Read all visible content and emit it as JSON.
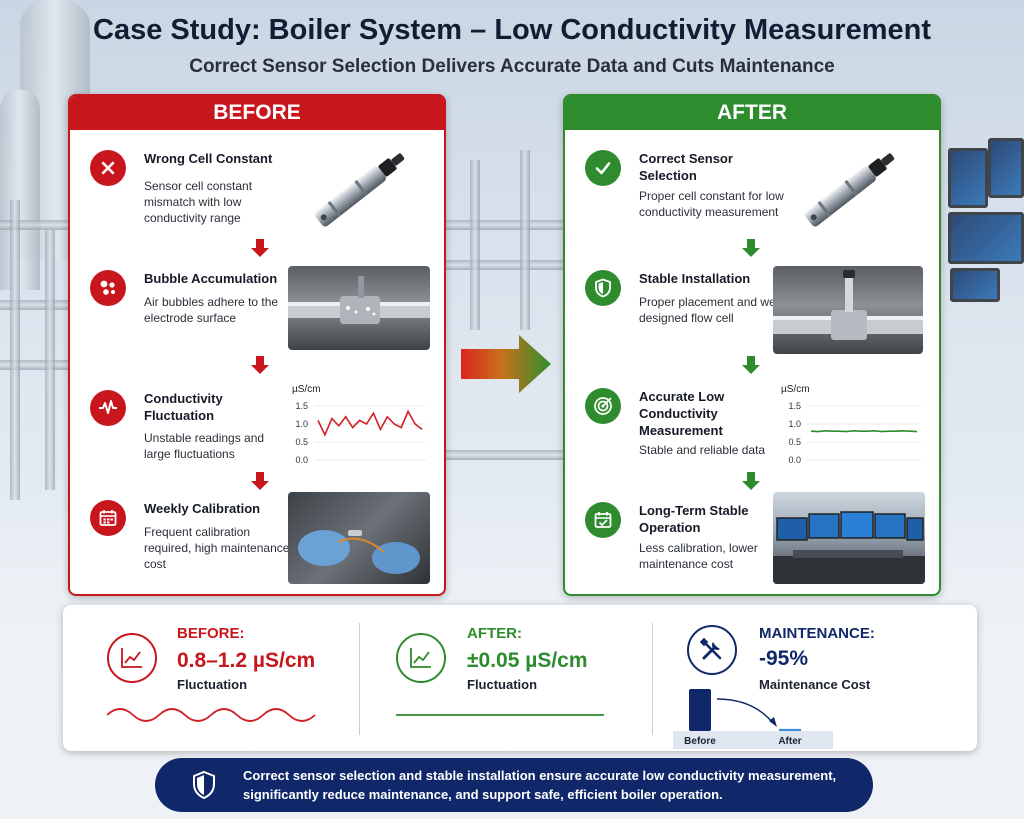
{
  "header": {
    "title": "Case Study: Boiler System – Low Conductivity Measurement",
    "subtitle": "Correct Sensor Selection Delivers Accurate Data and Cuts Maintenance"
  },
  "before": {
    "heading": "BEFORE",
    "steps": [
      {
        "title": "Wrong Cell Constant",
        "desc": "Sensor cell constant mismatch with low conductivity range",
        "icon": "x-icon"
      },
      {
        "title": "Bubble Accumulation",
        "desc": "Air bubbles adhere to the electrode surface",
        "icon": "bubbles-icon"
      },
      {
        "title": "Conductivity Fluctuation",
        "desc": "Unstable readings and large fluctuations",
        "icon": "pulse-icon"
      },
      {
        "title": "Weekly Calibration",
        "desc": "Frequent calibration required, high maintenance cost",
        "icon": "calendar-icon"
      }
    ],
    "chart_unit": "µS/cm",
    "chart_ticks": [
      "1.5",
      "1.0",
      "0.5",
      "0.0"
    ]
  },
  "after": {
    "heading": "AFTER",
    "steps": [
      {
        "title": "Correct Sensor Selection",
        "desc": "Proper cell constant for low conductivity measurement",
        "icon": "check-icon"
      },
      {
        "title": "Stable Installation",
        "desc": "Proper placement and well-designed flow cell",
        "icon": "shield-icon"
      },
      {
        "title": "Accurate Low Conductivity Measurement",
        "desc": "Stable and reliable data",
        "icon": "target-icon"
      },
      {
        "title": "Long-Term Stable Operation",
        "desc": "Less calibration, lower maintenance cost",
        "icon": "calendar-check-icon"
      }
    ],
    "chart_unit": "µS/cm",
    "chart_ticks": [
      "1.5",
      "1.0",
      "0.5",
      "0.0"
    ]
  },
  "chart_data": [
    {
      "type": "line",
      "ylabel": "µS/cm",
      "ylim": [
        0.0,
        1.5
      ],
      "yticks": [
        0.0,
        0.5,
        1.0,
        1.5
      ],
      "series": [
        {
          "values": [
            1.1,
            0.7,
            1.15,
            0.95,
            1.2,
            0.9,
            1.1,
            1.0,
            1.3,
            0.85,
            1.2,
            1.0,
            0.9,
            1.35,
            1.0,
            0.85
          ]
        }
      ],
      "color": "#d21f26"
    },
    {
      "type": "line",
      "ylabel": "µS/cm",
      "ylim": [
        0.0,
        1.5
      ],
      "yticks": [
        0.0,
        0.5,
        1.0,
        1.5
      ],
      "series": [
        {
          "values": [
            0.8,
            0.79,
            0.81,
            0.8,
            0.8,
            0.79,
            0.81,
            0.8,
            0.8,
            0.81,
            0.79,
            0.8,
            0.8,
            0.81,
            0.8,
            0.79
          ]
        }
      ],
      "color": "#2e8b2e"
    }
  ],
  "results": {
    "before": {
      "label": "BEFORE:",
      "value": "0.8–1.2 µS/cm",
      "sub": "Fluctuation",
      "color": "#c8161d"
    },
    "after": {
      "label": "AFTER:",
      "value": "±0.05 µS/cm",
      "sub": "Fluctuation",
      "color": "#2e8b2e"
    },
    "maintenance": {
      "label": "MAINTENANCE:",
      "value": "-95%",
      "sub": "Maintenance Cost",
      "color": "#10286a",
      "bar_before_label": "Before",
      "bar_after_label": "After",
      "reduction_fraction": 0.95
    }
  },
  "banner": {
    "text": "Correct sensor selection and stable installation ensure accurate low conductivity measurement, significantly reduce maintenance, and support safe, efficient boiler operation."
  }
}
